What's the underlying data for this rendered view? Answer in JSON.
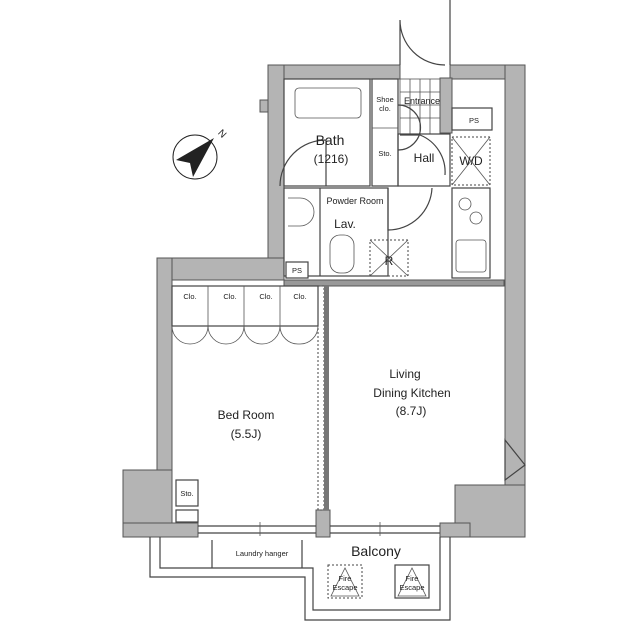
{
  "rooms": {
    "bath": {
      "label": "Bath",
      "size": "(1216)"
    },
    "shoe_closet": {
      "line1": "Shoe",
      "line2": "clo."
    },
    "entrance": "Entrance",
    "storage_hall": "Sto.",
    "hall": "Hall",
    "wd": "W/D",
    "ps_top": "PS",
    "powder_room": "Powder Room",
    "lav": "Lav.",
    "refrigerator": "R",
    "ps_left": "PS",
    "closets": [
      "Clo.",
      "Clo.",
      "Clo.",
      "Clo."
    ],
    "bedroom": {
      "label": "Bed Room",
      "size": "(5.5J)"
    },
    "ldk": {
      "line1": "Living",
      "line2": "Dining Kitchen",
      "size": "(8.7J)"
    },
    "storage_bed": "Sto.",
    "laundry": "Laundry hanger",
    "balcony": "Balcony",
    "fire_escapes": [
      {
        "line1": "Fire",
        "line2": "Escape"
      },
      {
        "line1": "Fire",
        "line2": "Escape"
      }
    ]
  },
  "compass": {
    "label": "N"
  }
}
